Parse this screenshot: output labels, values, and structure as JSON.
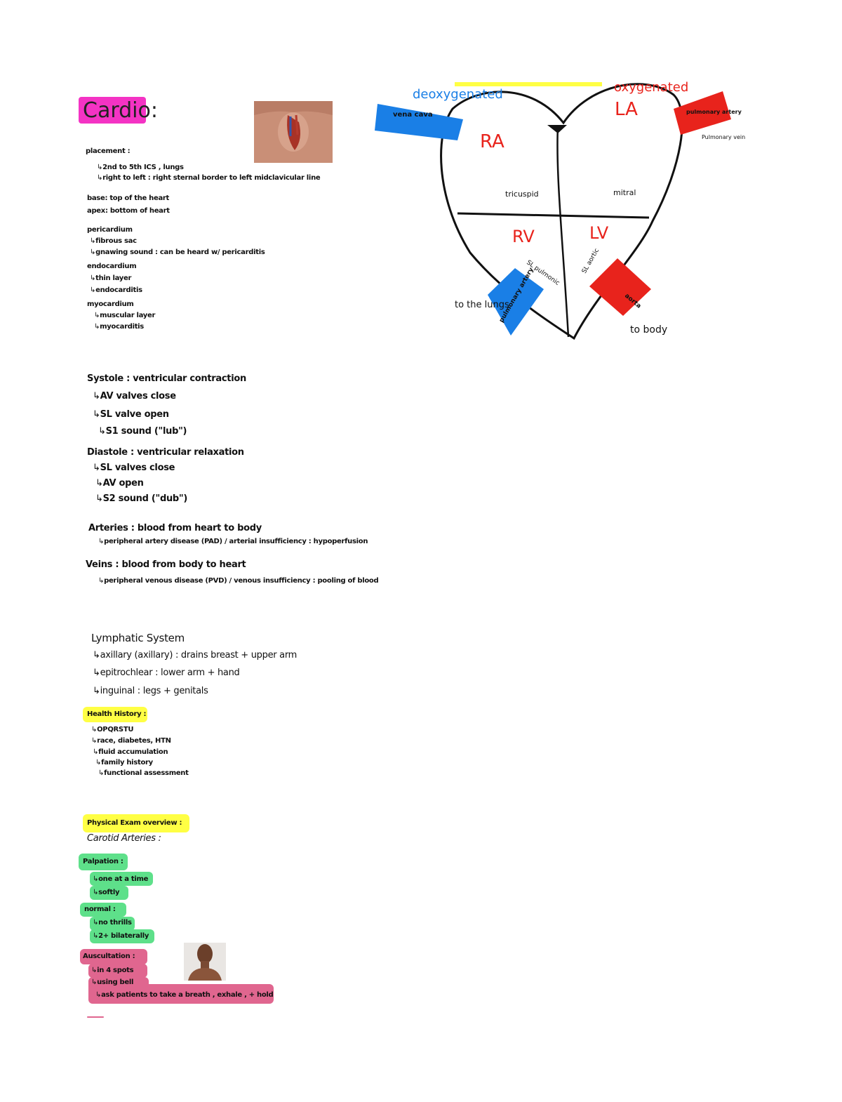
{
  "title": "Cardio:",
  "notes": {
    "placement": "placement :",
    "placement_a": "2nd to 5th ICS , lungs",
    "placement_b": "right to left : right sternal border to left midclavicular line",
    "base": "base: top of the heart",
    "apex": "apex: bottom of heart",
    "pericardium": "pericardium",
    "pericardium_a": "fibrous sac",
    "pericardium_b": "gnawing sound : can be heard w/ pericarditis",
    "endocardium": "endocardium",
    "endocardium_a": "thin layer",
    "endocardium_b": "endocarditis",
    "myocardium": "myocardium",
    "myocardium_a": "muscular layer",
    "myocardium_b": "myocarditis"
  },
  "cycle": {
    "systole": "Systole : ventricular contraction",
    "systole_a": "AV valves close",
    "systole_b": "SL valve open",
    "systole_c": "S1 sound (\"lub\")",
    "diastole": "Diastole : ventricular relaxation",
    "diastole_a": "SL valves close",
    "diastole_b": "AV open",
    "diastole_c": "S2 sound (\"dub\")"
  },
  "vessels": {
    "arteries": "Arteries : blood from heart to body",
    "arteries_a": "peripheral artery disease (PAD) / arterial insufficiency : hypoperfusion",
    "veins": "Veins : blood from body to heart",
    "veins_a": "peripheral venous disease (PVD) / venous insufficiency : pooling of blood"
  },
  "lymph": {
    "title": "Lymphatic System",
    "a": "axillary (axillary) : drains breast + upper arm",
    "b": "epitrochlear : lower arm + hand",
    "c": "inguinal : legs + genitals"
  },
  "history": {
    "title": "Health History :",
    "a": "OPQRSTU",
    "b": "race, diabetes, HTN",
    "c": "fluid accumulation",
    "d": "family history",
    "e": "functional assessment"
  },
  "exam": {
    "title": "Physical Exam overview :",
    "subtitle": "Carotid Arteries :",
    "palpation": "Palpation :",
    "palpation_a": "one at a time",
    "palpation_b": "softly",
    "normal": "normal :",
    "normal_a": "no thrills",
    "normal_b": "2+ bilaterally",
    "auscultation": "Auscultation :",
    "auscultation_a": "in 4 spots",
    "auscultation_b": "using bell",
    "auscultation_c": "ask patients to take a breath , exhale , + hold"
  },
  "heart": {
    "deoxygenated": "deoxygenated",
    "oxygenated": "oxygenated",
    "vena_cava": "vena cava",
    "pulmonary_artery_top": "pulmonary artery",
    "pulmonary_vein": "Pulmonary vein",
    "ra": "RA",
    "la": "LA",
    "rv": "RV",
    "lv": "LV",
    "tricuspid": "tricuspid",
    "mitral": "mitral",
    "pulmonic": "SL pulmonic",
    "aortic": "SL aortic",
    "pulmonary_artery": "pulmonary artery",
    "aorta": "aorta",
    "to_lungs": "to the lungs",
    "to_body": "to body"
  },
  "colors": {
    "pink": "#f433c4",
    "yellow": "#ffff44",
    "green": "#5ee08a",
    "rose": "#e0668f",
    "blue": "#1a7fe6",
    "red": "#e8231c"
  }
}
